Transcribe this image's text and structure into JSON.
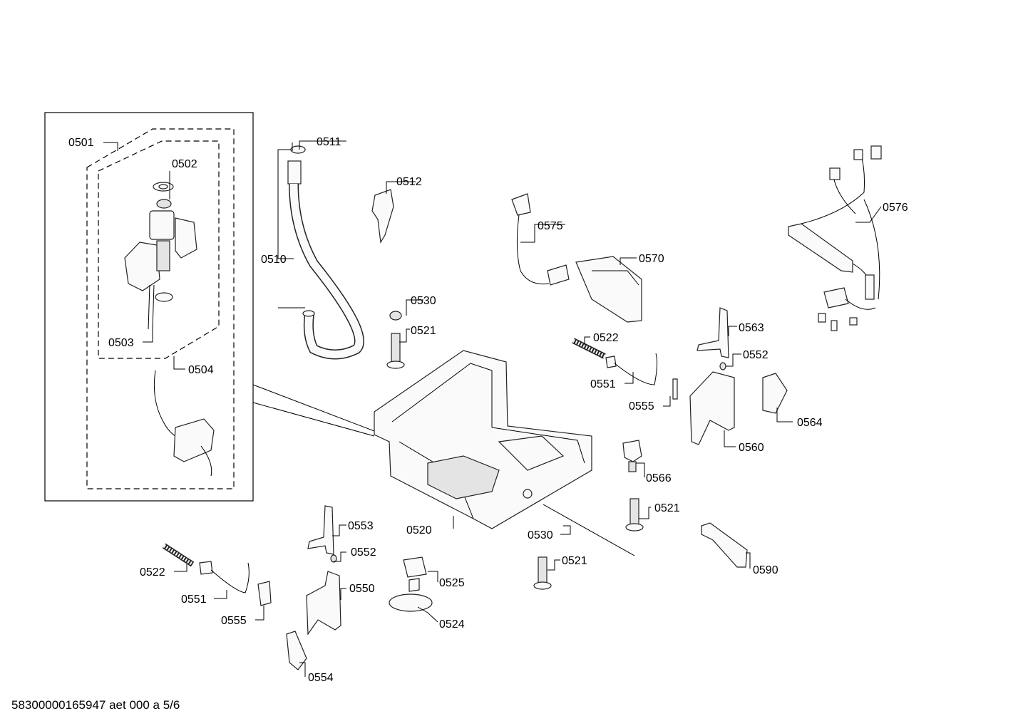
{
  "footer_code": "58300000165947 aet 000 a 5/6",
  "callouts": {
    "c0501": "0501",
    "c0502": "0502",
    "c0503": "0503",
    "c0504": "0504",
    "c0510": "0510",
    "c0511": "0511",
    "c0512": "0512",
    "c0520": "0520",
    "c0521a": "0521",
    "c0521b": "0521",
    "c0521c": "0521",
    "c0522a": "0522",
    "c0522b": "0522",
    "c0524": "0524",
    "c0525": "0525",
    "c0530a": "0530",
    "c0530b": "0530",
    "c0550": "0550",
    "c0551a": "0551",
    "c0551b": "0551",
    "c0552a": "0552",
    "c0552b": "0552",
    "c0553": "0553",
    "c0554": "0554",
    "c0555a": "0555",
    "c0555b": "0555",
    "c0560": "0560",
    "c0563": "0563",
    "c0564": "0564",
    "c0566": "0566",
    "c0570": "0570",
    "c0575": "0575",
    "c0576": "0576",
    "c0590": "0590"
  }
}
